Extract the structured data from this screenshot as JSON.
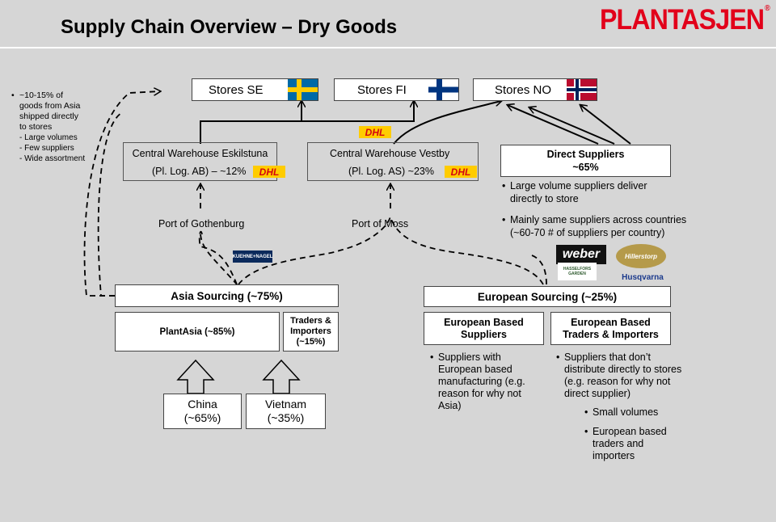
{
  "title": "Supply Chain Overview – Dry Goods",
  "logo": {
    "text": "PLANTASJEN",
    "mark": "®"
  },
  "left_note": {
    "bullet": "•",
    "lines": [
      "~10-15% of",
      "goods from Asia",
      "shipped directly",
      "to stores"
    ],
    "sub_lines": [
      "- Large volumes",
      "- Few suppliers",
      "- Wide assortment"
    ]
  },
  "stores": [
    {
      "label": "Stores SE",
      "flag": "sweden-flag"
    },
    {
      "label": "Stores FI",
      "flag": "finland-flag"
    },
    {
      "label": "Stores NO",
      "flag": "norway-flag"
    }
  ],
  "warehouses": [
    {
      "name": "Central Warehouse Eskilstuna",
      "detail": "(Pl. Log. AB) – ~12%"
    },
    {
      "name": "Central Warehouse Vestby",
      "detail": "(Pl. Log. AS) ~23%"
    }
  ],
  "dhl_label": "DHL",
  "ports": [
    "Port of Gothenburg",
    "Port of Moss"
  ],
  "kuehne_nagel": "KUEHNE+NAGEL",
  "direct_suppliers": {
    "title": "Direct Suppliers",
    "share": "~65%",
    "bullets": [
      "Large volume suppliers deliver directly to store",
      "Mainly same suppliers across countries (~60-70 # of suppliers per country)"
    ],
    "brands": [
      "weber",
      "Hillerstorp",
      "HASSELFORS GARDEN",
      "Husqvarna"
    ]
  },
  "asia": {
    "title": "Asia Sourcing (~75%)",
    "plantasia": "PlantAsia (~85%)",
    "traders": [
      "Traders &",
      "Importers",
      "(~15%)"
    ],
    "china": [
      "China",
      "(~65%)"
    ],
    "vietnam": [
      "Vietnam",
      "(~35%)"
    ]
  },
  "europe": {
    "title": "European Sourcing (~25%)",
    "col1_title": [
      "European Based",
      "Suppliers"
    ],
    "col2_title": [
      "European Based",
      "Traders & Importers"
    ],
    "col1_bullet": [
      "Suppliers with",
      "European based",
      "manufacturing (e.g.",
      "reason for why not",
      "Asia)"
    ],
    "col2_bullet": [
      "Suppliers that don’t",
      "distribute directly to stores",
      "(e.g. reason for why not",
      "direct supplier)"
    ],
    "col2_sub": [
      "Small volumes",
      "European based",
      "traders and",
      "importers"
    ]
  },
  "colors": {
    "brand_red": "#e2001a",
    "dhl_yellow": "#ffcc00",
    "dhl_red": "#d40511",
    "background": "#d6d6d6"
  }
}
